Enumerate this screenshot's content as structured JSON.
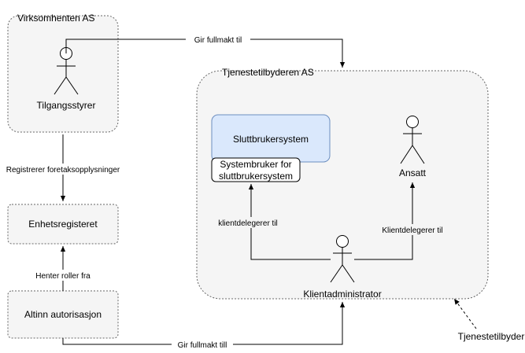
{
  "containers": {
    "virksomhet": "Virksomhenten AS",
    "tjenestetilbyder": "Tjenestetilbyderen AS"
  },
  "boxes": {
    "enhetsregisteret": "Enhetsregisteret",
    "altinn": "Altinn autorisasjon",
    "sluttbrukersystem": "Sluttbrukersystem",
    "systembruker_line1": "Systembruker for",
    "systembruker_line2": "sluttbrukersystem"
  },
  "actors": {
    "tilgangsstyrer": "Tilgangsstyrer",
    "ansatt": "Ansatt",
    "klientadministrator": "Klientadministrator"
  },
  "edges": {
    "gir_fullmakt_top": "Gir fullmakt til",
    "registrerer": "Registrerer foretaksopplysninger",
    "henter_roller": "Henter roller fra",
    "gir_fullmakt_bottom": "Gir fullmakt till",
    "klientdelegerer_left": "klientdelegerer til",
    "klientdelegerer_right": "Klientdelegerer til"
  },
  "annotation": "Tjenestetilbyder",
  "colors": {
    "container_fill": "#f5f5f5",
    "container_stroke": "#666666",
    "system_fill": "#dae8fc",
    "system_stroke": "#6c8ebf",
    "line": "#000000"
  }
}
